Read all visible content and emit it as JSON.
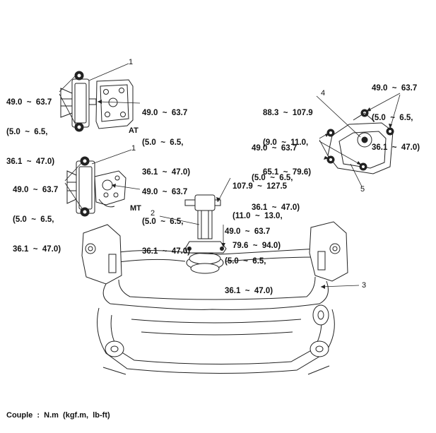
{
  "torques": {
    "at_left": [
      "49.0  ~  63.7",
      "(5.0  ~  6.5,",
      "36.1  ~  47.0)"
    ],
    "at_right": [
      "49.0  ~  63.7",
      "(5.0  ~  6.5,",
      "36.1  ~  47.0)"
    ],
    "mt_left": [
      "49.0  ~  63.7",
      "(5.0  ~  6.5,",
      "36.1  ~  47.0)"
    ],
    "mt_right": [
      "49.0  ~  63.7",
      "(5.0  ~  6.5,",
      "36.1  ~  47.0)"
    ],
    "roll_top": [
      "107.9  ~  127.5",
      "(11.0  ~  13.0,",
      "79.6  ~  94.0)"
    ],
    "roll_bottom": [
      "49.0  ~  63.7",
      "(5.0  ~  6.5,",
      "36.1  ~  47.0)"
    ],
    "tm_center": [
      "88.3  ~  107.9",
      "(9.0  ~  11.0,",
      "65.1  ~  79.6)"
    ],
    "tm_left": [
      "49.0  ~  63.7",
      "(5.0  ~  6.5,",
      "36.1  ~  47.0)"
    ],
    "tm_right": [
      "49.0  ~  63.7",
      "(5.0  ~  6.5,",
      "36.1  ~  47.0)"
    ]
  },
  "captions": {
    "at": "AT",
    "mt": "MT"
  },
  "callouts": {
    "c1a": "1",
    "c1b": "1",
    "c2": "2",
    "c3": "3",
    "c4": "4",
    "c5": "5"
  },
  "footer": "Couple  :  N.m  (kgf.m,  lb-ft)"
}
